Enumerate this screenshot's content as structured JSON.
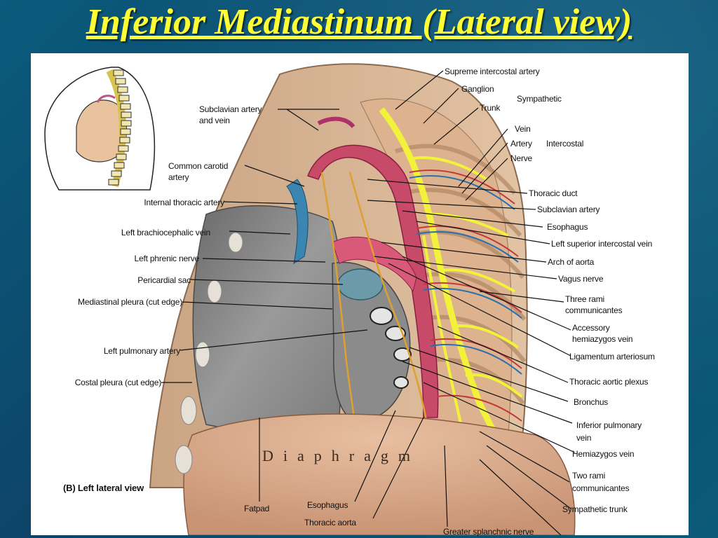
{
  "slide": {
    "title": "Inferior Mediastinum (Lateral view)"
  },
  "figure": {
    "caption": "(B) Left lateral view",
    "overlay_text": "Diaphragm",
    "left_labels": [
      "Subclavian artery",
      "and vein",
      "Common carotid",
      "artery",
      "Internal thoracic artery",
      "Left brachiocephalic vein",
      "Left phrenic nerve",
      "Pericardial sac",
      "Mediastinal pleura (cut edge)",
      "Left pulmonary artery",
      "Costal pleura (cut edge)"
    ],
    "right_labels": [
      "Supreme intercostal artery",
      "Ganglion",
      "Trunk",
      "Sympathetic",
      "Vein",
      "Artery",
      "Nerve",
      "Intercostal",
      "Thoracic duct",
      "Subclavian artery",
      "Esophagus",
      "Left superior intercostal vein",
      "Arch of aorta",
      "Vagus nerve",
      "Three rami",
      "communicantes",
      "Accessory",
      "hemiazygos vein",
      "Ligamentum arteriosum",
      "Thoracic aortic plexus",
      "Bronchus",
      "Inferior pulmonary",
      "vein",
      "Hemiazygos vein",
      "Two rami",
      "communicantes",
      "Sympathetic trunk"
    ],
    "bottom_labels": [
      "Fatpad",
      "Esophagus",
      "Thoracic aorta",
      "Greater splanchnic nerve"
    ]
  }
}
